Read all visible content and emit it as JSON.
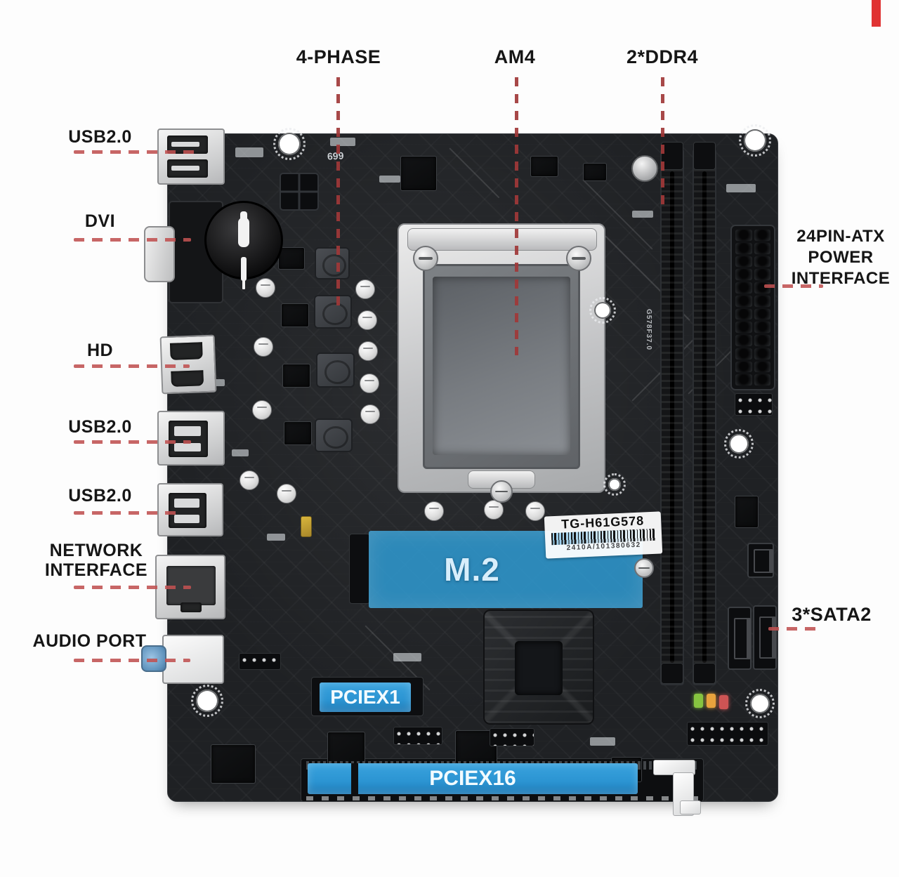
{
  "callouts": {
    "top": [
      {
        "label": "4-PHASE"
      },
      {
        "label": "AM4"
      },
      {
        "label": "2*DDR4"
      }
    ],
    "left": [
      {
        "label": "USB2.0"
      },
      {
        "label": "DVI"
      },
      {
        "label": "HD"
      },
      {
        "label": "USB2.0"
      },
      {
        "label": "USB2.0"
      },
      {
        "label": "NETWORK INTERFACE"
      },
      {
        "label": "AUDIO PORT"
      }
    ],
    "right": [
      {
        "label": "24PIN-ATX POWER INTERFACE"
      },
      {
        "label": "3*SATA2"
      }
    ]
  },
  "board": {
    "sticker": {
      "model": "TG-H61G578",
      "serial": "2410A/101380632"
    },
    "slots": {
      "m2": "M.2",
      "pciex1": "PCIEX1",
      "pciex16": "PCIEX16"
    },
    "silkscreen": {
      "top_code": "699",
      "side_code": "G578F37.0"
    }
  },
  "colors": {
    "background": "#fdfdfd",
    "pcb": "#1f2124",
    "callout_text": "#161616",
    "callout_line": "#c05151",
    "callout_line_vertical": "#a03838",
    "slot_blue": "#2b94d2",
    "m2_overlay": "#2f9fd9"
  }
}
